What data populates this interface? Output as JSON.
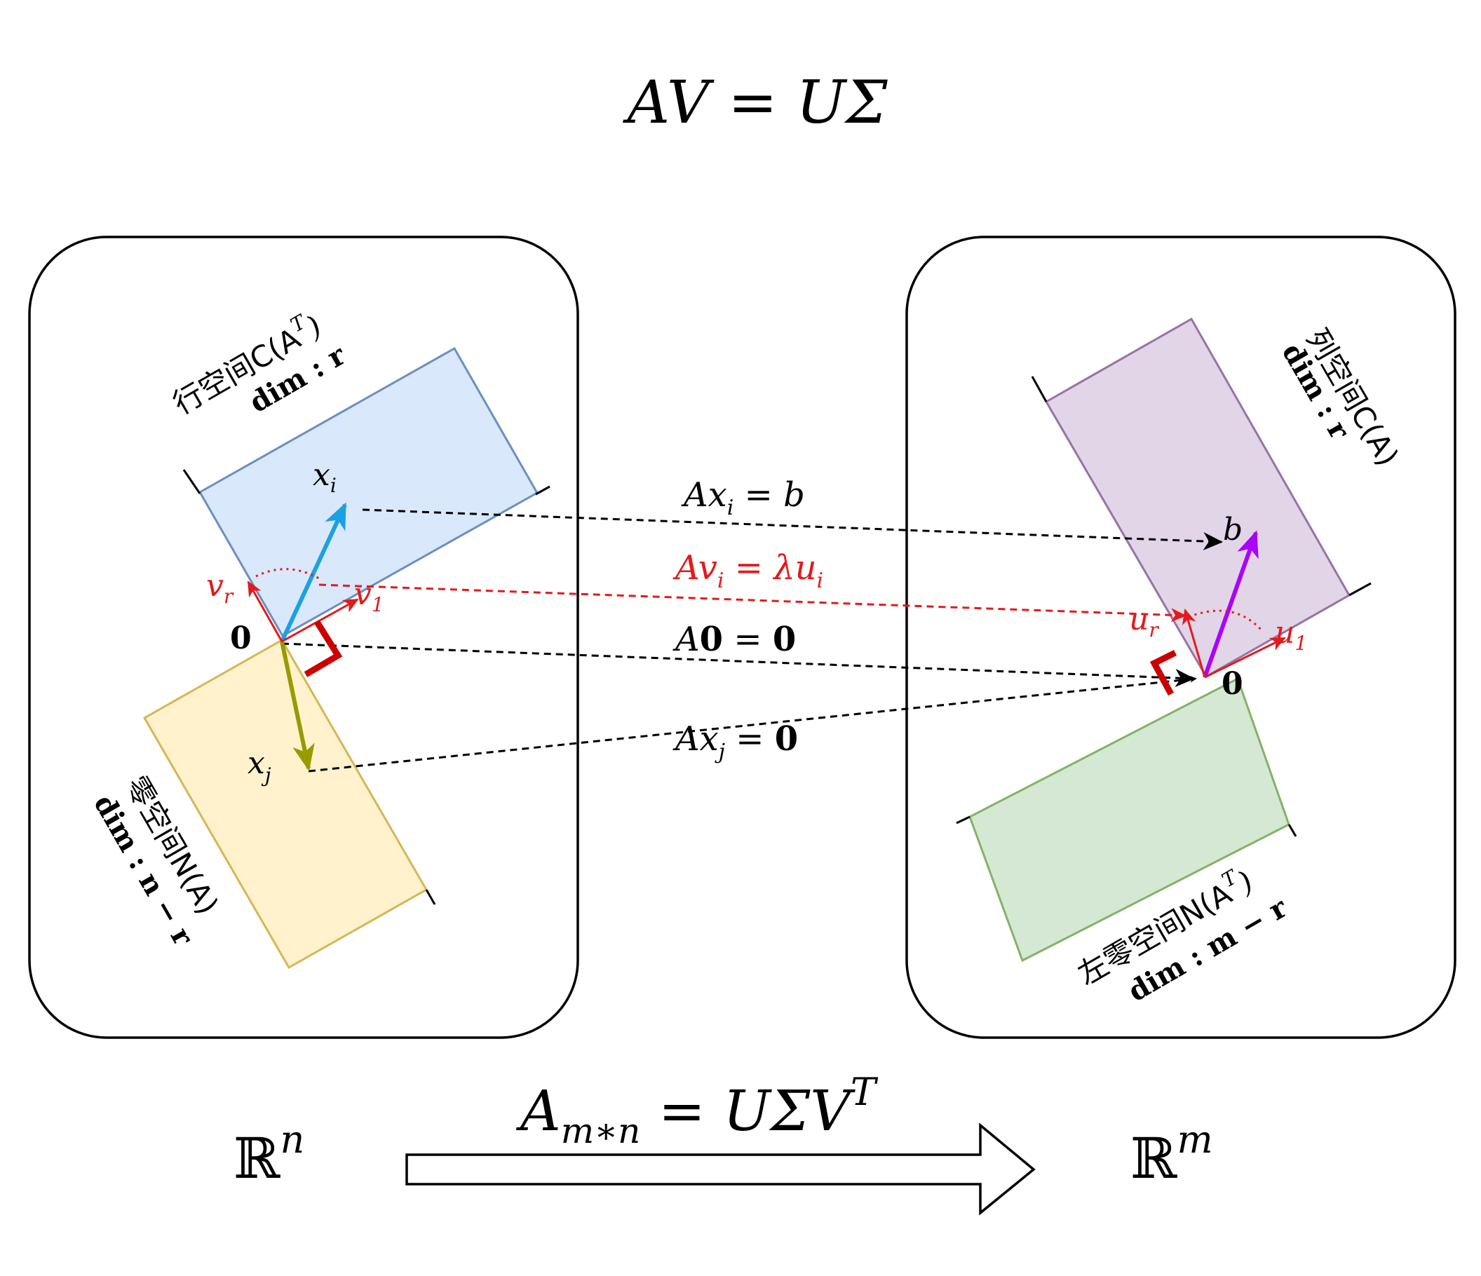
{
  "title": "AV = UΣ",
  "left_space": {
    "row_space": {
      "label": "行空间C(A",
      "sup": "T",
      "close": ")",
      "dim": "dim : r",
      "color": "#dae8fc",
      "stroke": "#6c8ebf"
    },
    "null_space": {
      "label": "零空间N(A)",
      "dim": "dim : n − r",
      "color": "#fff2cc",
      "stroke": "#d6b656"
    },
    "vectors": {
      "x_i": "x",
      "x_i_sub": "i",
      "x_j": "x",
      "x_j_sub": "j",
      "v_r": "v",
      "v_r_sub": "r",
      "v_1": "v",
      "v_1_sub": "1",
      "origin": "0"
    },
    "field": "ℝ",
    "field_sup": "n"
  },
  "right_space": {
    "column_space": {
      "label": "列空间C(A)",
      "dim": "dim : r",
      "color": "#e1d5e7",
      "stroke": "#9673a6"
    },
    "left_null_space": {
      "label": "左零空间N(A",
      "sup": "T",
      "close": ")",
      "dim": "dim : m − r",
      "color": "#d5e8d4",
      "stroke": "#82b366"
    },
    "vectors": {
      "b": "b",
      "u_r": "u",
      "u_r_sub": "r",
      "u_1": "u",
      "u_1_sub": "1",
      "origin": "0"
    },
    "field": "ℝ",
    "field_sup": "m"
  },
  "mappings": [
    {
      "eq": "Ax",
      "sub": "i",
      "rhs": " = b",
      "color": "#000000"
    },
    {
      "eq": "Av",
      "sub": "i",
      "rhs": " = λu",
      "rhs_sub": "i",
      "color": "#e31a1c"
    },
    {
      "eq": "A",
      "bold": "0",
      "rhs": " = ",
      "rhs_bold": "0",
      "color": "#000000"
    },
    {
      "eq": "Ax",
      "sub": "j",
      "rhs": " = ",
      "rhs_bold": "0",
      "color": "#000000"
    }
  ],
  "map_equation": {
    "A": "A",
    "sub": "m∗n",
    "rhs": " = UΣV",
    "sup": "T"
  },
  "colors": {
    "row_vector": "#1ba1e2",
    "null_vector": "#999900",
    "col_vector": "#aa00ff",
    "basis": "#e31a1c",
    "right_angle": "#cc0000"
  }
}
